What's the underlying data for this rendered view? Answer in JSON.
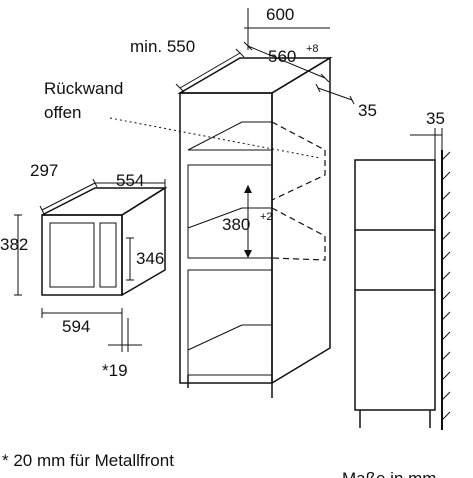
{
  "dimensions": {
    "microwave_depth": "297",
    "microwave_side_width": "554",
    "microwave_height": "382",
    "microwave_inner_height": "346",
    "microwave_front_width": "594",
    "microwave_front_offset": "*19",
    "cabinet_width": "600",
    "cabinet_min_depth_label": "min. 550",
    "niche_width": "560",
    "niche_width_tolerance": "+8",
    "niche_height": "380",
    "niche_height_tolerance": "+2",
    "back_gap": "35",
    "side_back_gap": "35"
  },
  "labels": {
    "back_wall_line1": "Rückwand",
    "back_wall_line2": "offen",
    "footnote": "* 20 mm für Metallfront",
    "units_note": "Maße in mm"
  }
}
